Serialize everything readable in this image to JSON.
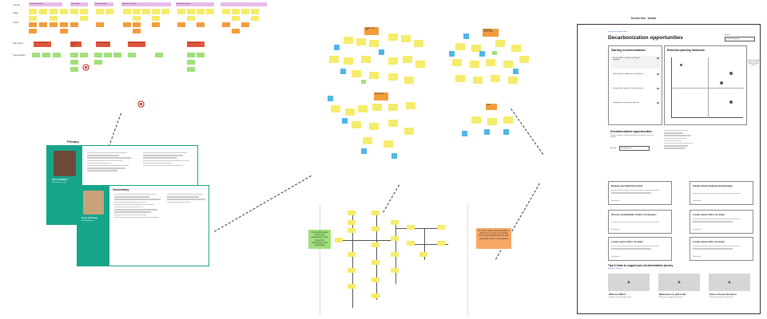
{
  "board": {
    "left_rows": [
      "Journey",
      "Stage",
      "Action",
      "Pain points",
      "Opportunities"
    ],
    "top_labels": [
      "Low understanding",
      "Goal setting",
      "Planning actions",
      "Implement changes",
      "Monitoring progress"
    ],
    "pain_labels": [
      "Lack of knowledge",
      "Don't know where to start",
      "Too many options",
      "Investment cost high",
      "Cost of switching"
    ]
  },
  "cluster_labels": {
    "c1": "Useful our tool",
    "c2": "Education",
    "c3": "Business customers",
    "c4": "Pilot"
  },
  "green_note": "It's possible value reduce the importance of the issue that sometimes a few businesses",
  "orange_note": "Our Goal: Make decarbonization a priority for as many as possible and engage stakeholders to take actionable steps in the platform",
  "personas": {
    "primary_label": "Primary",
    "secondary_label": "Secondary",
    "primary_name": "Aaron Mullins",
    "primary_role": "Operations manager",
    "secondary_name": "Cory Johnson",
    "secondary_role": "Sustainability lead"
  },
  "wireframe": {
    "board_title": "Decarb Hub - Variant",
    "back_link": "Go back to Opportunities",
    "page_title": "Decarbonization opportunities",
    "search_label": "Search",
    "search_placeholder": "Sustainability goal",
    "rec_title": "Starting recommendations",
    "rec_items": [
      {
        "title": "Purchase RECs to achieve zero Scope 2 emissions",
        "val": "£N"
      },
      {
        "title": "Start tracking the opportunities for businesses",
        "val": "£N"
      },
      {
        "title": "Energy efficient upgrades to existing systems",
        "val": "£N"
      },
      {
        "title": "Consider better strategies for efficiency",
        "val": "£N"
      }
    ],
    "framework_title": "Reduction planning framework",
    "side_note_1": "Your recommended starting recommendations",
    "side_note_2": "Introduction of filter options to all the options in a single view, or view",
    "side_note_3": "Targeted resources based on opportunity strategy",
    "callout_note": "Visualization helpful to point to a greater & better decision making",
    "opp_title": "Decarbonization opportunities",
    "opp_desc": "Potential solutions, strategies related to your specific sector and priorities",
    "filter_label": "Filter by",
    "filter_value": "Excluded items",
    "cards": [
      {
        "title": "Reduce and Optimize travel",
        "link": "View details"
      },
      {
        "title": "Adopt virtual meeting technologies",
        "link": "View details"
      },
      {
        "title": "Choose sustainable modes of transport",
        "link": "View details"
      },
      {
        "title": "Lorem ipsum dolor sit amen",
        "link": "View details"
      },
      {
        "title": "Lorem ipsum dolor sit amen",
        "link": "View details"
      },
      {
        "title": "Lorem ipsum dolor sit amen",
        "link": "View details"
      }
    ],
    "tips_title": "Tips & tricks to support your decarbonization journey",
    "tips_link": "View more resources",
    "tips": [
      {
        "title": "What are RECs?",
        "desc": "Everything you need to know about"
      },
      {
        "title": "What levers to pull to tell",
        "desc": "Effective your supply chain with these"
      },
      {
        "title": "How to choose the best tr",
        "desc": "Search sustainable travel options for"
      }
    ]
  },
  "colors": {
    "teal": "#17a589",
    "sticky_yellow": "#f5ec6b",
    "sticky_pink": "#e8b9e8",
    "sticky_orange": "#f39c3c"
  }
}
